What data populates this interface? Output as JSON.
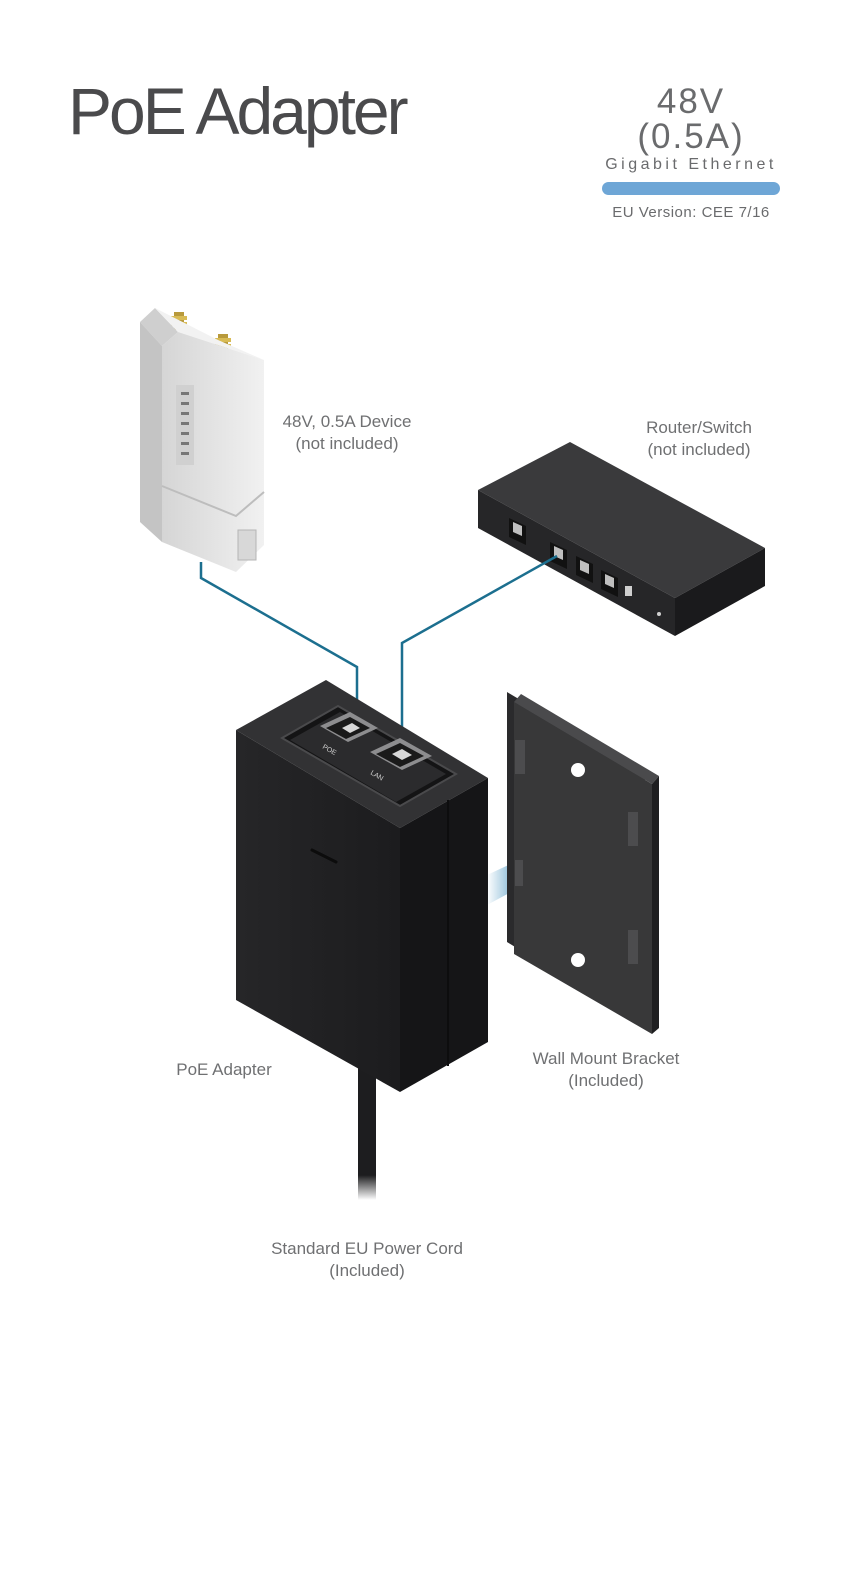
{
  "header": {
    "title": "PoE Adapter",
    "spec_main": "48V (0.5A)",
    "spec_sub": "Gigabit Ethernet",
    "spec_version": "EU Version: CEE 7/16"
  },
  "labels": {
    "device": {
      "line1": "48V, 0.5A Device",
      "line2": "(not included)"
    },
    "router": {
      "line1": "Router/Switch",
      "line2": "(not included)"
    },
    "adapter": {
      "line1": "PoE Adapter"
    },
    "bracket": {
      "line1": "Wall Mount Bracket",
      "line2": "(Included)"
    },
    "cord": {
      "line1": "Standard EU Power Cord",
      "line2": "(Included)"
    }
  },
  "ports": {
    "poe": "POE",
    "lan": "LAN"
  },
  "colors": {
    "accent_bar": "#6ea6d6",
    "cable": "#1c6f8f",
    "arrow": "#2f86b8",
    "device_body": "#1f1f21",
    "access_point": "#e6e6e6"
  }
}
